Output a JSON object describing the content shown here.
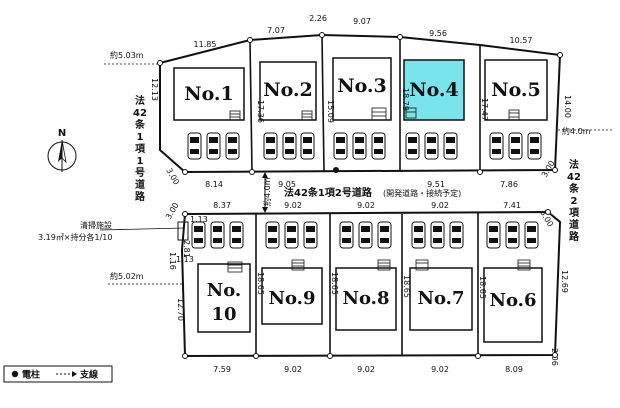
{
  "map": {
    "lots_north": [
      {
        "label": "No.1",
        "highlight": false
      },
      {
        "label": "No.2",
        "highlight": false
      },
      {
        "label": "No.3",
        "highlight": false
      },
      {
        "label": "No.4",
        "highlight": true
      },
      {
        "label": "No.5",
        "highlight": false
      }
    ],
    "lots_south": [
      {
        "label1": "No.",
        "label2": "10",
        "highlight": false
      },
      {
        "label1": "No.9",
        "label2": "",
        "highlight": false
      },
      {
        "label1": "No.8",
        "label2": "",
        "highlight": false
      },
      {
        "label1": "No.7",
        "label2": "",
        "highlight": false
      },
      {
        "label1": "No.6",
        "label2": "",
        "highlight": false
      }
    ],
    "top_dims": [
      "11.85",
      "7.07",
      "2.26",
      "9.07",
      "9.56",
      "10.57"
    ],
    "mid_north_dims": [
      "8.14",
      "9.05",
      "9.51",
      "7.86"
    ],
    "mid_south_dims": [
      "8.37",
      "9.02",
      "9.02",
      "9.02",
      "7.41"
    ],
    "bottom_dims": [
      "7.59",
      "9.02",
      "9.02",
      "9.02",
      "8.09"
    ],
    "depth_north": [
      "17.36",
      "15.09",
      "18.79",
      "17.47"
    ],
    "depth_south": [
      "18.65",
      "18.65",
      "18.65",
      "18.65"
    ],
    "side_dims": {
      "left_top": "12.13",
      "left_bottom": "12.70",
      "right_top": "14.00",
      "right_bottom": "12.69",
      "corner_a": "3.00",
      "corner_b": "3.00",
      "corner_c": "3.00",
      "corner_d": "3.00",
      "corner_e": "2.81",
      "corner_f": "1.13",
      "corner_g": "1.16",
      "corner_h": "1.13",
      "corner_i": "2.06"
    },
    "road_widths": {
      "left_top": "約5.03m",
      "left_bottom": "約5.02m",
      "right": "約4.0m",
      "center": "約4.0m"
    },
    "road_labels": {
      "left": [
        "法",
        "42",
        "条",
        "1",
        "項",
        "1",
        "号",
        "道",
        "路"
      ],
      "right": [
        "法",
        "42",
        "条",
        "2",
        "項",
        "道",
        "路"
      ],
      "center": "法42条1項2号道路",
      "center_note": "(開発道路・接続予定)"
    },
    "facility": {
      "name": "清掃施設",
      "detail": "3.19㎡×持分各1/10"
    },
    "compass": "N",
    "legend": {
      "pole": "電柱",
      "guy": "支線"
    }
  }
}
